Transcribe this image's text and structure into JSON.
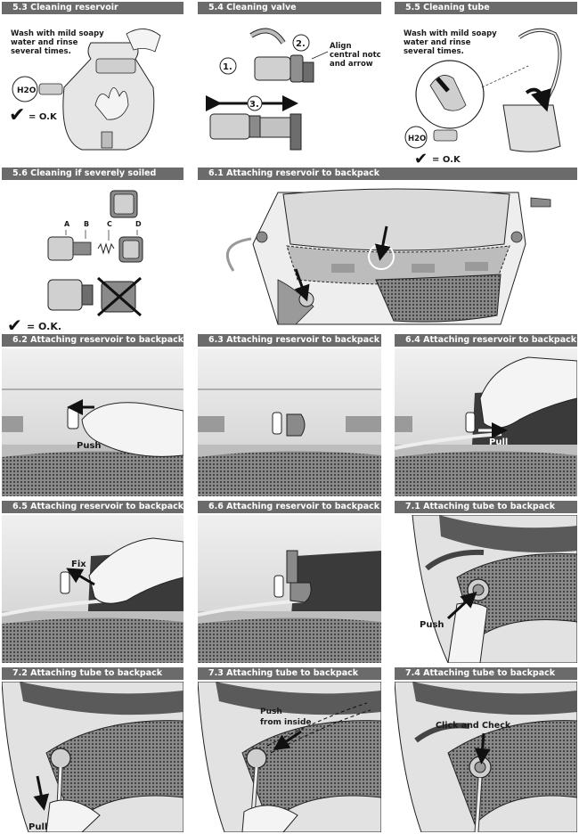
{
  "sections": {
    "s53": {
      "title": "5.3 Cleaning reservoir",
      "wash_text": [
        "Wash with mild soapy",
        "water and rinse",
        "several times."
      ],
      "h2o": "H2O",
      "ok": "= O.K"
    },
    "s54": {
      "title": "5.4 Cleaning valve",
      "step1": "1.",
      "step2": "2.",
      "step3": "3.",
      "align_text": [
        "Align",
        "central notch",
        "and arrow"
      ]
    },
    "s55": {
      "title": "5.5 Cleaning tube",
      "wash_text": [
        "Wash with mild soapy",
        "water and rinse",
        "several times."
      ],
      "h2o": "H2O",
      "ok": "= O.K"
    },
    "s56": {
      "title": "5.6 Cleaning if severely soiled",
      "parts": [
        "A",
        "B",
        "C",
        "D"
      ],
      "ok": "= O.K."
    },
    "s61": {
      "title": "6.1 Attaching reservoir to backpack"
    },
    "s62": {
      "title": "6.2 Attaching reservoir to backpack",
      "action": "Push"
    },
    "s63": {
      "title": "6.3 Attaching reservoir to backpack"
    },
    "s64": {
      "title": "6.4 Attaching reservoir to backpack",
      "action": "Pull"
    },
    "s65": {
      "title": "6.5 Attaching reservoir to backpack",
      "action": "Fix"
    },
    "s66": {
      "title": "6.6 Attaching reservoir to backpack"
    },
    "s71": {
      "title": "7.1 Attaching tube to backpack",
      "action": "Push"
    },
    "s72": {
      "title": "7.2 Attaching tube to backpack",
      "action": "Pull"
    },
    "s73": {
      "title": "7.3 Attaching tube to backpack",
      "action": [
        "Push",
        "from inside"
      ]
    },
    "s74": {
      "title": "7.4 Attaching tube to backpack",
      "action": "Click and Check"
    }
  },
  "colors": {
    "header_bg": "#6b6b6b",
    "header_text": "#ffffff",
    "illustration_gray": "#c8c8c8",
    "dark_pad": "#3a3a3a"
  }
}
